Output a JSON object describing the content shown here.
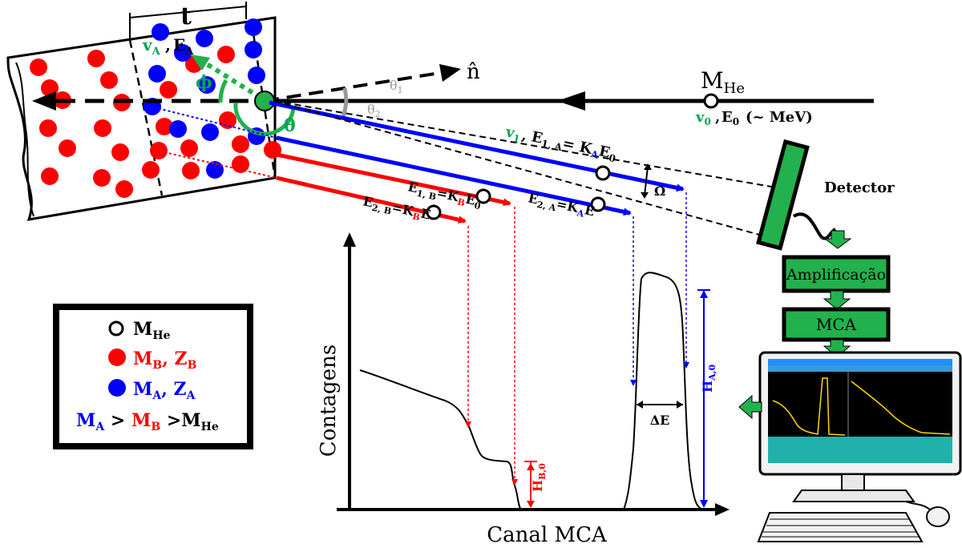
{
  "sample": {
    "thickness_label": "t",
    "recoil_velocity": "v",
    "recoil_velocity_sub": "A",
    "recoil_energy": "E",
    "recoil_energy_sub": "A",
    "angle_phi": "ϕ",
    "angle_theta": "θ"
  },
  "beam": {
    "projectile_mass": "M",
    "projectile_mass_sub": "He",
    "initial_velocity": "v",
    "initial_velocity_sub": "0",
    "initial_energy_text": "E",
    "initial_energy_sub": "0",
    "energy_range": "(~ MeV)",
    "normal_vector": "n̂",
    "angle_theta1": "θ",
    "angle_theta1_sub": "1",
    "angle_theta2": "θ",
    "angle_theta2_sub": "2"
  },
  "scattered": {
    "blue_v": "v",
    "blue_v_sub": "1",
    "blue_E1A": "E",
    "blue_E1A_sub": "1, A",
    "blue_E1A_eq": "= K",
    "blue_E1A_K_sub": "A",
    "blue_E1A_tail": "E",
    "blue_E1A_tail_sub": "0",
    "solid_angle": "Ω",
    "blue_E2A": "E",
    "blue_E2A_sub": "2, A",
    "blue_E2A_eq": "=K",
    "blue_E2A_K_sub": "A",
    "blue_E2A_tail": "E",
    "red_E1B": "E",
    "red_E1B_sub": "1, B",
    "red_E1B_eq": "=K",
    "red_E1B_K_sub": "B",
    "red_E1B_tail": "E",
    "red_E1B_tail_sub": "0",
    "red_E2B": "E",
    "red_E2B_sub": "2, B",
    "red_E2B_eq": "=K",
    "red_E2B_K_sub": "B",
    "red_E2B_tail": "E"
  },
  "detector_chain": {
    "detector": "Detector",
    "amplifier": "Amplificação",
    "mca": "MCA"
  },
  "spectrum": {
    "y_label": "Contagens",
    "x_label": "Canal MCA",
    "delta_E": "ΔE",
    "height_A": "H",
    "height_A_sub": "A,0",
    "height_B": "H",
    "height_B_sub": "B,0"
  },
  "legend": {
    "he_mass": "M",
    "he_mass_sub": "He",
    "b_mass": "M",
    "b_mass_sub": "B",
    "b_z": ", Z",
    "b_z_sub": "B",
    "a_mass": "M",
    "a_mass_sub": "A",
    "a_z": ", Z",
    "a_z_sub": "A",
    "rel_ma": "M",
    "rel_ma_sub": "A",
    "rel_gt1": " > ",
    "rel_mb": "M",
    "rel_mb_sub": "B",
    "rel_gt2": " >",
    "rel_mhe": "M",
    "rel_mhe_sub": "He"
  },
  "colors": {
    "blue": "#0000ff",
    "red": "#ff0000",
    "green_fill": "#22b14c",
    "green_text": "#00a651",
    "black": "#000000"
  }
}
